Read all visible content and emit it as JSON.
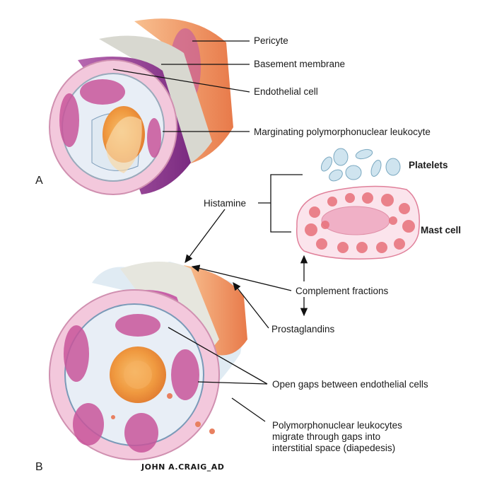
{
  "figure": {
    "panels": [
      {
        "id": "A",
        "label": "A"
      },
      {
        "id": "B",
        "label": "B"
      }
    ],
    "panel_a_labels": {
      "pericyte": "Pericyte",
      "basement_membrane": "Basement membrane",
      "endothelial_cell": "Endothelial cell",
      "marginating_pmn": "Marginating polymorphonuclear leukocyte"
    },
    "mediators": {
      "platelets": "Platelets",
      "mast_cell": "Mast cell",
      "histamine": "Histamine",
      "complement": "Complement fractions",
      "prostaglandins": "Prostaglandins"
    },
    "panel_b_labels": {
      "open_gaps": "Open gaps between endothelial cells",
      "diapedesis_line1": "Polymorphonuclear leukocytes",
      "diapedesis_line2": "migrate through gaps into",
      "diapedesis_line3": "interstitial space (diapedesis)"
    },
    "signature": "JOHN A.CRAIG_AD",
    "colors": {
      "pericyte": "#f0a070",
      "basement": "#d8d8d0",
      "endothelium": "#a04a9a",
      "wall": "#f2c4d8",
      "cell_nucleus": "#c8559a",
      "rbc": "#f0a040",
      "platelet": "#bcd8e8",
      "mast_granule": "#e8707a"
    }
  }
}
